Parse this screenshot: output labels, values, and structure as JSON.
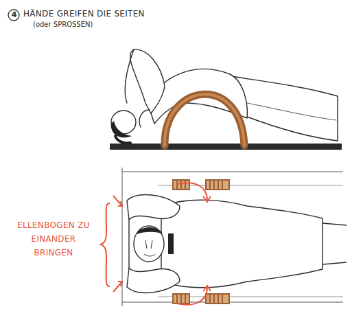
{
  "diagram": {
    "title": "HÄNDE GREIFEN DIE SEITEN",
    "labels": [
      "4",
      "(oder SPROSSEN)",
      "ELLENBOGEN ZU EINANDER BRINGEN"
    ]
  }
}
